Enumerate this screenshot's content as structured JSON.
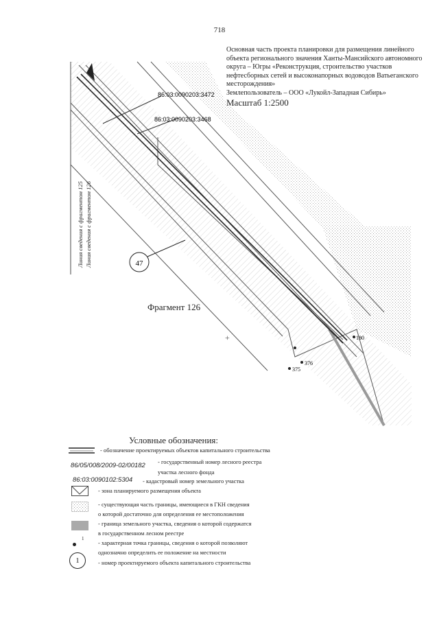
{
  "page_number": "718",
  "header": {
    "lines": [
      "Основная часть проекта планировки для размещения линейного",
      "объекта регионального значения Ханты-Мансийского автономного",
      "округа – Югры «Реконструкция, строительство участков",
      "нефтесборных сетей и высоконапорных водоводов Ватьеганского",
      "месторождения»",
      "Землепользователь – ООО «Лукойл-Западная Сибирь»"
    ],
    "scale": "Масштаб 1:2500"
  },
  "map": {
    "parcel_labels": [
      "86:03:0090203:3472",
      "86:03:0090203:3468"
    ],
    "object_number": "47",
    "fragment_title": "Фрагмент 126",
    "junction_lines": [
      "Линия сведения с фрагментом 125",
      "Линия сведения с фрагментом 126"
    ],
    "point_labels": [
      "375",
      "376",
      "180"
    ]
  },
  "legend": {
    "title": "Условные обозначения:",
    "items": [
      {
        "symbol": "double-line",
        "text": "- обозначение проектируемых объектов капитального строительства"
      },
      {
        "symbol": "code",
        "code": "86/05/008/2009-02/00182",
        "text": "- государственный номер лесного реестра",
        "text2": "участка лесного фонда"
      },
      {
        "symbol": "code",
        "code": "86:03:0090102:5304",
        "text": "- кадастровый номер земельного участка"
      },
      {
        "symbol": "envelope-box",
        "text": "- зона планируемого размещения объекта"
      },
      {
        "symbol": "dotted-box",
        "text": "- существующая часть границы, имеющиеся в ГКН сведения",
        "text2": "о которой достаточно для определения ее местоположения"
      },
      {
        "symbol": "grey-box",
        "text": "- граница земельного участка, сведения о которой содержатся",
        "text2": "в государственном лесном реестре"
      },
      {
        "symbol": "point",
        "point_label": "1",
        "text": "- характерная точка границы, сведения о которой позволяют",
        "text2": "однозначно определить ее положение на местности"
      },
      {
        "symbol": "circle",
        "circle_label": "1",
        "text": "- номер проектируемого объекта капитального строительства"
      }
    ]
  }
}
